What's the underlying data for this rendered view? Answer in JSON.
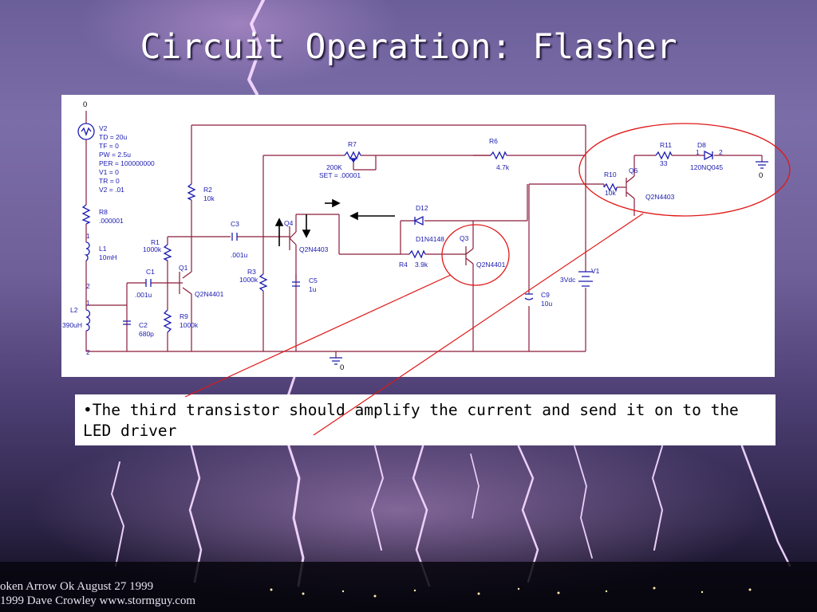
{
  "slide": {
    "title": "Circuit Operation: Flasher",
    "bullet": "•The third transistor should amplify the current and send it on to the LED driver",
    "credit_line1": "oken Arrow Ok   August 27 1999",
    "credit_line2": "1999  Dave Crowley   www.stormguy.com"
  },
  "schematic": {
    "ground_top": "0",
    "ground_bottom": "0",
    "ground_right": "0",
    "v2": {
      "name": "V2",
      "params": [
        "TD = 20u",
        "TF = 0",
        "PW = 2.5u",
        "PER = 100000000",
        "V1 = 0",
        "TR = 0",
        "V2 = .01"
      ]
    },
    "r8": {
      "name": "R8",
      "value": ".000001"
    },
    "l1": {
      "name": "L1",
      "value": "10mH",
      "pin1": "1",
      "pin2": "2"
    },
    "l2": {
      "name": "L2",
      "value": "390uH",
      "pin1": "1",
      "pin2": "2"
    },
    "c2": {
      "name": "C2",
      "value": "680p"
    },
    "c1": {
      "name": "C1",
      "value": ".001u"
    },
    "r1": {
      "name": "R1",
      "value": "1000k"
    },
    "q1": {
      "name": "Q1",
      "part": "Q2N4401"
    },
    "r9": {
      "name": "R9",
      "value": "1000k"
    },
    "r2": {
      "name": "R2",
      "value": "10k"
    },
    "c3": {
      "name": "C3",
      "value": ".001u"
    },
    "r3": {
      "name": "R3",
      "value": "1000k"
    },
    "q4": {
      "name": "Q4",
      "part": "Q2N4403"
    },
    "c5": {
      "name": "C5",
      "value": "1u"
    },
    "r7": {
      "name": "R7",
      "value": "200K",
      "set": "SET = .00001"
    },
    "d12": {
      "name": "D12",
      "part": "D1N4148"
    },
    "r4": {
      "name": "R4",
      "value": "3.9k"
    },
    "q3": {
      "name": "Q3",
      "part": "Q2N4401"
    },
    "r6": {
      "name": "R6",
      "value": "4.7k"
    },
    "c9": {
      "name": "C9",
      "value": "10u"
    },
    "v1": {
      "name": "V1",
      "value": "3Vdc"
    },
    "r10": {
      "name": "R10",
      "value": "10k"
    },
    "q6": {
      "name": "Q6",
      "part": "Q2N4403"
    },
    "r11": {
      "name": "R11",
      "value": "33"
    },
    "d8": {
      "name": "D8",
      "part": "120NQ045",
      "pin1": "1",
      "pin2": "2"
    }
  },
  "colors": {
    "wire": "#8b1c3a",
    "component": "#1b1bb0",
    "annotation": "#e01818",
    "sky_top": "#6b5f9a",
    "lightning": "#f0c8ff"
  }
}
